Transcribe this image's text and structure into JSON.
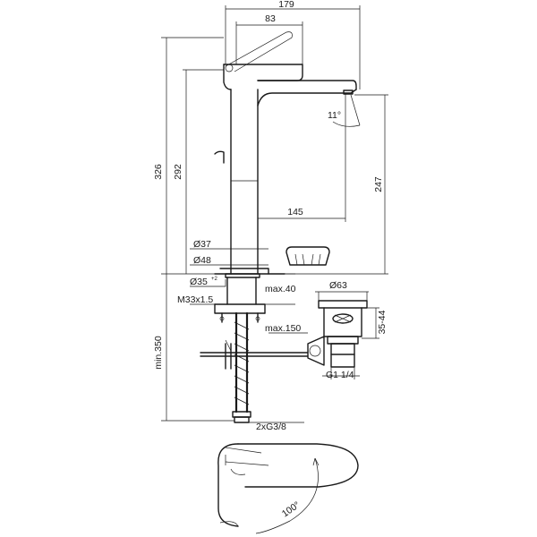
{
  "dimensions": {
    "total_width": "179",
    "lever_reach": "83",
    "total_height": "326",
    "spout_height": "292",
    "clearance_height": "247",
    "spout_reach": "145",
    "spout_angle": "11°",
    "base_diameter_37": "Ø37",
    "base_diameter_48": "Ø48",
    "hole_diameter": "Ø35",
    "hole_tolerance": "+2",
    "thread": "M33x1.5",
    "max_deck_thickness": "max.40",
    "max_hose": "max.150",
    "min_hose": "min.350",
    "connections": "2xG3/8",
    "waste_diameter": "Ø63",
    "waste_range": "35-44",
    "waste_thread": "G1 1/4",
    "lever_rotation": "100°"
  }
}
